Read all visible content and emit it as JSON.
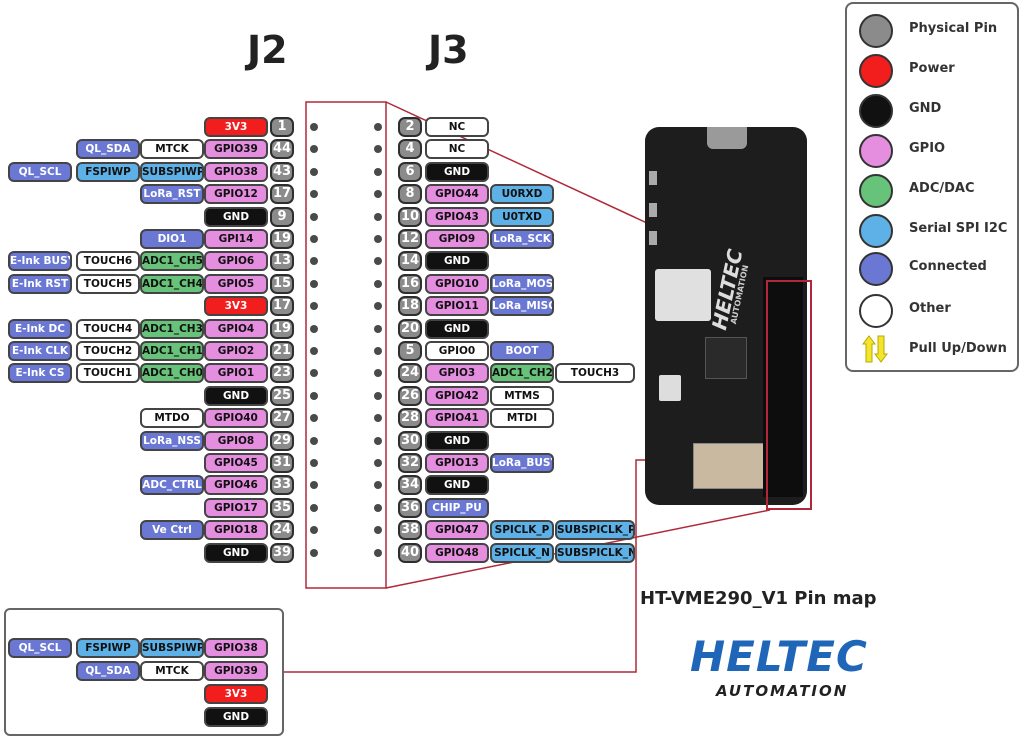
{
  "headers": {
    "j2": "J2",
    "j3": "J3"
  },
  "j2_rows": [
    {
      "pin": "1",
      "labels": [
        {
          "text": "3V3",
          "kind": "power"
        }
      ]
    },
    {
      "pin": "44",
      "labels": [
        {
          "text": "GPIO39",
          "kind": "gpio"
        },
        {
          "text": "MTCK",
          "kind": "other"
        },
        {
          "text": "QL_SDA",
          "kind": "connected"
        }
      ]
    },
    {
      "pin": "43",
      "labels": [
        {
          "text": "GPIO38",
          "kind": "gpio"
        },
        {
          "text": "SUBSPIWP",
          "kind": "serial"
        },
        {
          "text": "FSPIWP",
          "kind": "serial"
        },
        {
          "text": "QL_SCL",
          "kind": "connected"
        }
      ]
    },
    {
      "pin": "17",
      "labels": [
        {
          "text": "GPIO12",
          "kind": "gpio"
        },
        {
          "text": "LoRa_RST",
          "kind": "connected"
        }
      ]
    },
    {
      "pin": "9",
      "labels": [
        {
          "text": "GND",
          "kind": "gnd"
        }
      ]
    },
    {
      "pin": "19",
      "labels": [
        {
          "text": "GPI14",
          "kind": "gpio"
        },
        {
          "text": "DIO1",
          "kind": "connected"
        }
      ]
    },
    {
      "pin": "13",
      "labels": [
        {
          "text": "GPIO6",
          "kind": "gpio"
        },
        {
          "text": "ADC1_CH5",
          "kind": "adc"
        },
        {
          "text": "TOUCH6",
          "kind": "other"
        },
        {
          "text": "E-Ink BUSY",
          "kind": "connected"
        }
      ]
    },
    {
      "pin": "15",
      "labels": [
        {
          "text": "GPIO5",
          "kind": "gpio"
        },
        {
          "text": "ADC1_CH4",
          "kind": "adc"
        },
        {
          "text": "TOUCH5",
          "kind": "other"
        },
        {
          "text": "E-Ink RST",
          "kind": "connected"
        }
      ]
    },
    {
      "pin": "17",
      "labels": [
        {
          "text": "3V3",
          "kind": "power"
        }
      ]
    },
    {
      "pin": "19",
      "labels": [
        {
          "text": "GPIO4",
          "kind": "gpio"
        },
        {
          "text": "ADC1_CH3",
          "kind": "adc"
        },
        {
          "text": "TOUCH4",
          "kind": "other"
        },
        {
          "text": "E-Ink DC",
          "kind": "connected"
        }
      ]
    },
    {
      "pin": "21",
      "labels": [
        {
          "text": "GPIO2",
          "kind": "gpio"
        },
        {
          "text": "ADC1_CH1",
          "kind": "adc"
        },
        {
          "text": "TOUCH2",
          "kind": "other"
        },
        {
          "text": "E-Ink CLK",
          "kind": "connected"
        }
      ]
    },
    {
      "pin": "23",
      "labels": [
        {
          "text": "GPIO1",
          "kind": "gpio"
        },
        {
          "text": "ADC1_CH0",
          "kind": "adc"
        },
        {
          "text": "TOUCH1",
          "kind": "other"
        },
        {
          "text": "E-Ink CS",
          "kind": "connected"
        }
      ]
    },
    {
      "pin": "25",
      "labels": [
        {
          "text": "GND",
          "kind": "gnd"
        }
      ]
    },
    {
      "pin": "27",
      "labels": [
        {
          "text": "GPIO40",
          "kind": "gpio"
        },
        {
          "text": "MTDO",
          "kind": "other"
        }
      ]
    },
    {
      "pin": "29",
      "labels": [
        {
          "text": "GPIO8",
          "kind": "gpio"
        },
        {
          "text": "LoRa_NSS",
          "kind": "connected"
        }
      ]
    },
    {
      "pin": "31",
      "labels": [
        {
          "text": "GPIO45",
          "kind": "gpio"
        }
      ]
    },
    {
      "pin": "33",
      "labels": [
        {
          "text": "GPIO46",
          "kind": "gpio"
        },
        {
          "text": "ADC_CTRL",
          "kind": "connected"
        }
      ]
    },
    {
      "pin": "35",
      "labels": [
        {
          "text": "GPIO17",
          "kind": "gpio"
        }
      ]
    },
    {
      "pin": "24",
      "labels": [
        {
          "text": "GPIO18",
          "kind": "gpio"
        },
        {
          "text": "Ve Ctrl",
          "kind": "connected"
        }
      ]
    },
    {
      "pin": "39",
      "labels": [
        {
          "text": "GND",
          "kind": "gnd"
        }
      ]
    }
  ],
  "j3_rows": [
    {
      "pin": "2",
      "labels": [
        {
          "text": "NC",
          "kind": "other"
        }
      ]
    },
    {
      "pin": "4",
      "labels": [
        {
          "text": "NC",
          "kind": "other"
        }
      ]
    },
    {
      "pin": "6",
      "labels": [
        {
          "text": "GND",
          "kind": "gnd"
        }
      ]
    },
    {
      "pin": "8",
      "labels": [
        {
          "text": "GPIO44",
          "kind": "gpio"
        },
        {
          "text": "U0RXD",
          "kind": "serial"
        }
      ]
    },
    {
      "pin": "10",
      "labels": [
        {
          "text": "GPIO43",
          "kind": "gpio"
        },
        {
          "text": "U0TXD",
          "kind": "serial"
        }
      ]
    },
    {
      "pin": "12",
      "labels": [
        {
          "text": "GPIO9",
          "kind": "gpio"
        },
        {
          "text": "LoRa_SCK",
          "kind": "connected"
        }
      ]
    },
    {
      "pin": "14",
      "labels": [
        {
          "text": "GND",
          "kind": "gnd"
        }
      ]
    },
    {
      "pin": "16",
      "labels": [
        {
          "text": "GPIO10",
          "kind": "gpio"
        },
        {
          "text": "LoRa_MOSI",
          "kind": "connected"
        }
      ]
    },
    {
      "pin": "18",
      "labels": [
        {
          "text": "GPIO11",
          "kind": "gpio"
        },
        {
          "text": "LoRa_MISO",
          "kind": "connected"
        }
      ]
    },
    {
      "pin": "20",
      "labels": [
        {
          "text": "GND",
          "kind": "gnd"
        }
      ]
    },
    {
      "pin": "5",
      "labels": [
        {
          "text": "GPIO0",
          "kind": "other"
        },
        {
          "text": "BOOT",
          "kind": "connected"
        }
      ]
    },
    {
      "pin": "24",
      "labels": [
        {
          "text": "GPIO3",
          "kind": "gpio"
        },
        {
          "text": "ADC1_CH2",
          "kind": "adc"
        },
        {
          "text": "TOUCH3",
          "kind": "other"
        }
      ]
    },
    {
      "pin": "26",
      "labels": [
        {
          "text": "GPIO42",
          "kind": "gpio"
        },
        {
          "text": "MTMS",
          "kind": "other"
        }
      ]
    },
    {
      "pin": "28",
      "labels": [
        {
          "text": "GPIO41",
          "kind": "gpio"
        },
        {
          "text": "MTDI",
          "kind": "other"
        }
      ]
    },
    {
      "pin": "30",
      "labels": [
        {
          "text": "GND",
          "kind": "gnd"
        }
      ]
    },
    {
      "pin": "32",
      "labels": [
        {
          "text": "GPIO13",
          "kind": "gpio"
        },
        {
          "text": "LoRa_BUSY",
          "kind": "connected"
        }
      ]
    },
    {
      "pin": "34",
      "labels": [
        {
          "text": "GND",
          "kind": "gnd"
        }
      ]
    },
    {
      "pin": "36",
      "labels": [
        {
          "text": "CHIP_PU",
          "kind": "connected"
        }
      ]
    },
    {
      "pin": "38",
      "labels": [
        {
          "text": "GPIO47",
          "kind": "gpio"
        },
        {
          "text": "SPICLK_P",
          "kind": "serial"
        },
        {
          "text": "SUBSPICLK_P",
          "kind": "serial"
        }
      ]
    },
    {
      "pin": "40",
      "labels": [
        {
          "text": "GPIO48",
          "kind": "gpio"
        },
        {
          "text": "SPICLK_N",
          "kind": "serial"
        },
        {
          "text": "SUBSPICLK_N",
          "kind": "serial"
        }
      ]
    }
  ],
  "inset_rows": [
    {
      "labels": [
        {
          "text": "GPIO38",
          "kind": "gpio"
        },
        {
          "text": "SUBSPIWP",
          "kind": "serial"
        },
        {
          "text": "FSPIWP",
          "kind": "serial"
        },
        {
          "text": "QL_SCL",
          "kind": "connected"
        }
      ]
    },
    {
      "labels": [
        {
          "text": "GPIO39",
          "kind": "gpio"
        },
        {
          "text": "MTCK",
          "kind": "other"
        },
        {
          "text": "QL_SDA",
          "kind": "connected"
        }
      ]
    },
    {
      "labels": [
        {
          "text": "3V3",
          "kind": "power"
        }
      ]
    },
    {
      "labels": [
        {
          "text": "GND",
          "kind": "gnd"
        }
      ]
    }
  ],
  "legend": [
    {
      "label": "Physical Pin",
      "color": "#8b8b8b",
      "icon": "circle"
    },
    {
      "label": "Power",
      "color": "#f21d1d",
      "icon": "circle"
    },
    {
      "label": "GND",
      "color": "#111111",
      "icon": "circle"
    },
    {
      "label": "GPIO",
      "color": "#e58ee0",
      "icon": "circle"
    },
    {
      "label": "ADC/DAC",
      "color": "#67c27a",
      "icon": "circle"
    },
    {
      "label": "Serial SPI I2C",
      "color": "#5db1e6",
      "icon": "circle"
    },
    {
      "label": "Connected",
      "color": "#6a78d4",
      "icon": "circle"
    },
    {
      "label": "Other",
      "color": "#ffffff",
      "icon": "circle"
    },
    {
      "label": "Pull Up/Down",
      "color": "#f3e52a",
      "icon": "up-down-arrows-icon"
    }
  ],
  "caption": "HT-VME290_V1 Pin map",
  "logo": {
    "word": "HELTEC",
    "sub": "AUTOMATION"
  },
  "board": {
    "silkscreen": "HELTEC",
    "silkscreen_sub": "AUTOMATION"
  },
  "colors": {
    "gpio": "#e58ee0",
    "power": "#f21d1d",
    "gnd": "#111111",
    "adc": "#67c27a",
    "serial": "#5db1e6",
    "connected": "#6a78d4",
    "other": "#ffffff",
    "pin": "#8b8b8b",
    "leader": "#b0283a"
  }
}
